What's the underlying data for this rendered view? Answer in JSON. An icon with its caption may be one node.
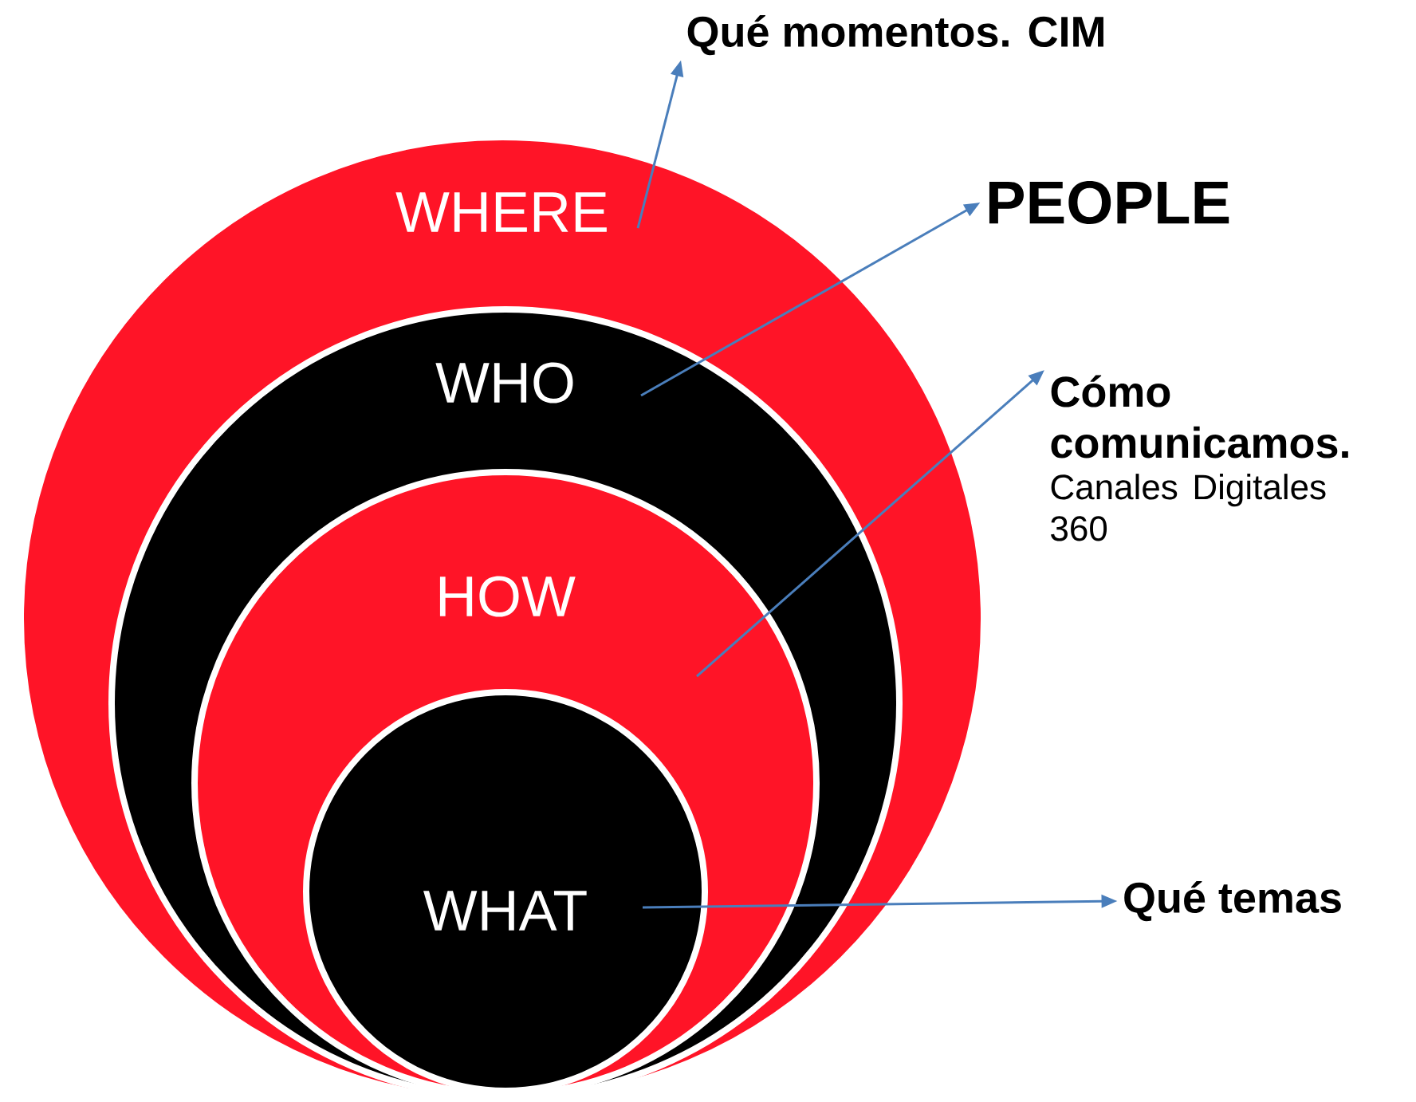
{
  "diagram": {
    "nodes": [
      {
        "text": [
          "WHERE"
        ]
      },
      {
        "text": [
          "WHO"
        ],
        "in": 0
      },
      {
        "text": [
          "HOW"
        ],
        "in": 1
      },
      {
        "text": [
          "WHAT"
        ],
        "in": 2
      },
      {
        "text": [
          "Qué momentos. CIM"
        ]
      },
      {
        "text": [
          "PEOPLE"
        ]
      },
      {
        "text": [
          "Cómo comunicamos.",
          "Canales Digitales 360"
        ]
      },
      {
        "text": [
          "Qué temas"
        ]
      }
    ],
    "edges": [
      {
        "from": 0,
        "to": 4,
        "arrow": "to"
      },
      {
        "from": 1,
        "to": 5,
        "arrow": "to"
      },
      {
        "from": 2,
        "to": 6,
        "arrow": "to"
      },
      {
        "from": 3,
        "to": 7,
        "arrow": "to"
      }
    ]
  }
}
